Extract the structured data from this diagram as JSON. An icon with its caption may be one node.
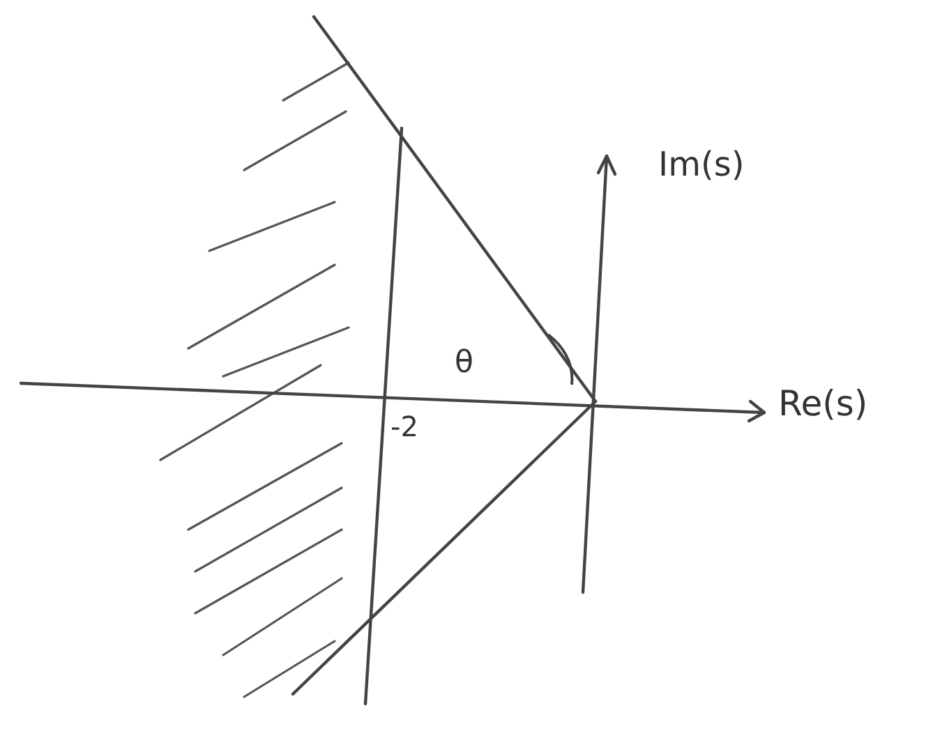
{
  "diagram": {
    "labels": [
      "Im(s)",
      "θ",
      "Re(s)",
      "-2"
    ]
  }
}
